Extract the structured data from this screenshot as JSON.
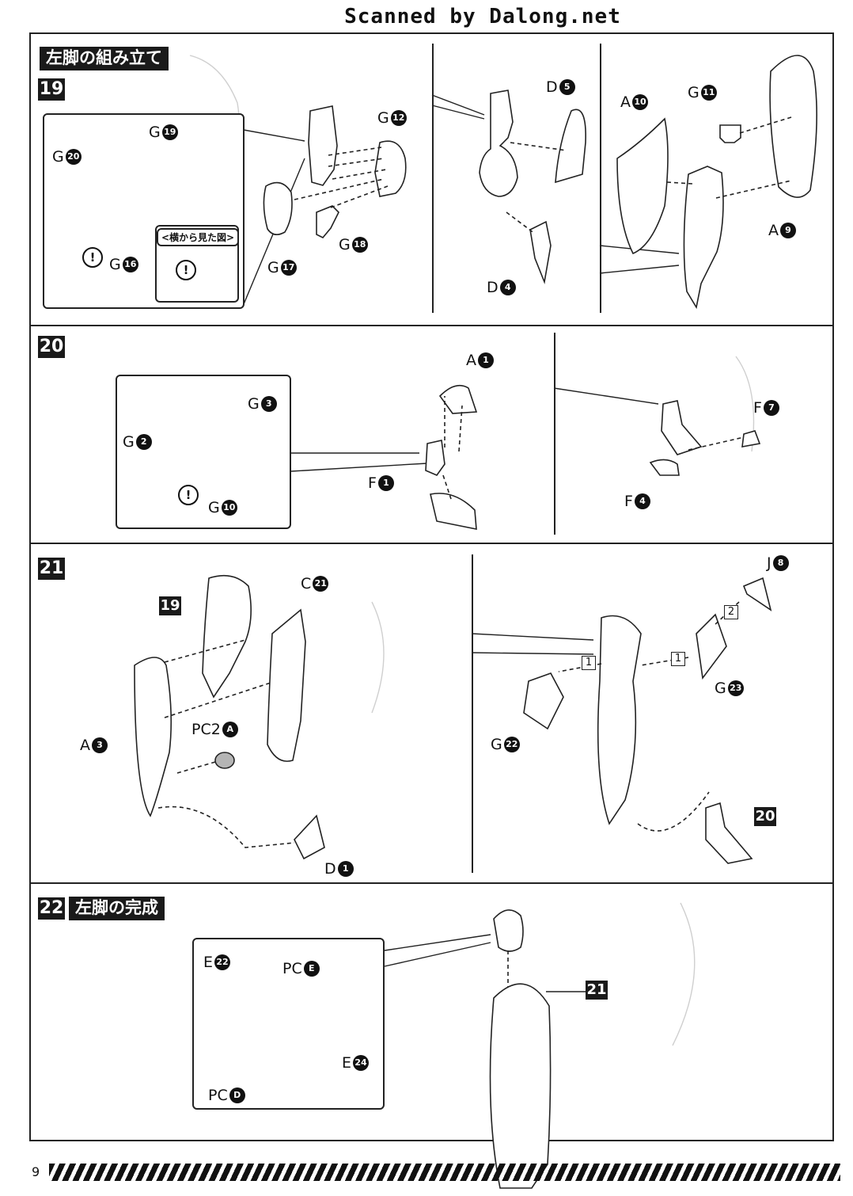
{
  "header": {
    "credit": "Scanned by Dalong.net"
  },
  "section_title": "左脚の組み立て",
  "page": {
    "number": "9"
  },
  "steps": {
    "s19": {
      "number": "19",
      "side_view_label": "<横から見た図>",
      "warning_glyph": "!",
      "labels": {
        "g20": {
          "letter": "G",
          "num": "20"
        },
        "g19": {
          "letter": "G",
          "num": "19"
        },
        "g16": {
          "letter": "G",
          "num": "16"
        },
        "g12": {
          "letter": "G",
          "num": "12"
        },
        "g17": {
          "letter": "G",
          "num": "17"
        },
        "g18": {
          "letter": "G",
          "num": "18"
        },
        "d5": {
          "letter": "D",
          "num": "5"
        },
        "d4": {
          "letter": "D",
          "num": "4"
        },
        "a10": {
          "letter": "A",
          "num": "10"
        },
        "g11": {
          "letter": "G",
          "num": "11"
        },
        "a9": {
          "letter": "A",
          "num": "9"
        }
      }
    },
    "s20": {
      "number": "20",
      "warning_glyph": "!",
      "labels": {
        "g3": {
          "letter": "G",
          "num": "3"
        },
        "g2": {
          "letter": "G",
          "num": "2"
        },
        "g10": {
          "letter": "G",
          "num": "10"
        },
        "a1": {
          "letter": "A",
          "num": "1"
        },
        "f1": {
          "letter": "F",
          "num": "1"
        },
        "f7": {
          "letter": "F",
          "num": "7"
        },
        "f4": {
          "letter": "F",
          "num": "4"
        }
      }
    },
    "s21": {
      "number": "21",
      "ref19": "19",
      "ref20": "20",
      "seq1": "1",
      "seq2": "2",
      "labels": {
        "c21": {
          "letter": "C",
          "num": "21"
        },
        "pc2a": {
          "letter": "PC2",
          "num": "A"
        },
        "a3": {
          "letter": "A",
          "num": "3"
        },
        "d1": {
          "letter": "D",
          "num": "1"
        },
        "j8": {
          "letter": "J",
          "num": "8"
        },
        "g23": {
          "letter": "G",
          "num": "23"
        },
        "g22": {
          "letter": "G",
          "num": "22"
        }
      }
    },
    "s22": {
      "number": "22",
      "title": "左脚の完成",
      "ref21": "21",
      "labels": {
        "e22": {
          "letter": "E",
          "num": "22"
        },
        "pce": {
          "letter": "PC",
          "num": "E"
        },
        "e24": {
          "letter": "E",
          "num": "24"
        },
        "pcd": {
          "letter": "PC",
          "num": "D"
        }
      }
    }
  }
}
